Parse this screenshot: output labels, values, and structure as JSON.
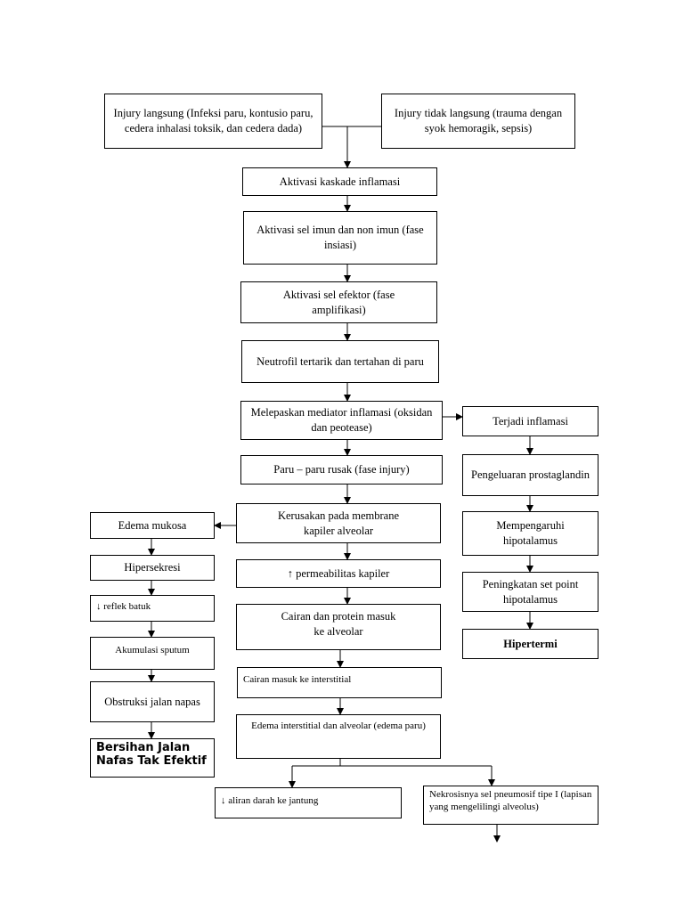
{
  "nodes": {
    "injury_langsung": "Injury langsung (Infeksi paru, kontusio paru, cedera inhalasi toksik, dan cedera dada)",
    "injury_tidak_langsung": "Injury tidak langsung (trauma dengan syok hemoragik, sepsis)",
    "aktivasi_kaskade": "Aktivasi kaskade inflamasi",
    "aktivasi_sel_imun": "Aktivasi sel imun dan non imun (fase insiasi)",
    "aktivasi_sel_efektor": "Aktivasi sel efektor (fase amplifikasi)",
    "neutrofil": "Neutrofil tertarik dan tertahan di paru",
    "melepaskan_mediator": "Melepaskan mediator inflamasi (oksidan dan peotease)",
    "paru_rusak": "Paru – paru rusak (fase injury)",
    "kerusakan_membrane": "Kerusakan pada membrane kapiler alveolar",
    "permeabilitas": "↑ permeabilitas kapiler",
    "cairan_protein": "Cairan dan protein masuk ke alveolar",
    "cairan_interstitial": "Cairan masuk ke interstitial",
    "edema_interstitial": "Edema interstitial dan alveolar (edema paru)",
    "aliran_darah": "↓ aliran darah ke jantung",
    "nekrosis": "Nekrosisnya sel pneumosif tipe I (lapisan yang mengelilingi alveolus)",
    "terjadi_inflamasi": "Terjadi inflamasi",
    "pengeluaran": "Pengeluaran prostaglandin",
    "mempengaruhi": "Mempengaruhi hipotalamus",
    "peningkatan_set_point": "Peningkatan set point hipotalamus",
    "hipertermi": "Hipertermi",
    "edema_mukosa": "Edema mukosa",
    "hipersekresi": "Hipersekresi",
    "reflek_batuk": "↓ reflek batuk",
    "akumulasi_sputum": "Akumulasi sputum",
    "obstruksi": "Obstruksi jalan napas",
    "bersihan": "Bersihan Jalan Nafas Tak Efektif"
  }
}
